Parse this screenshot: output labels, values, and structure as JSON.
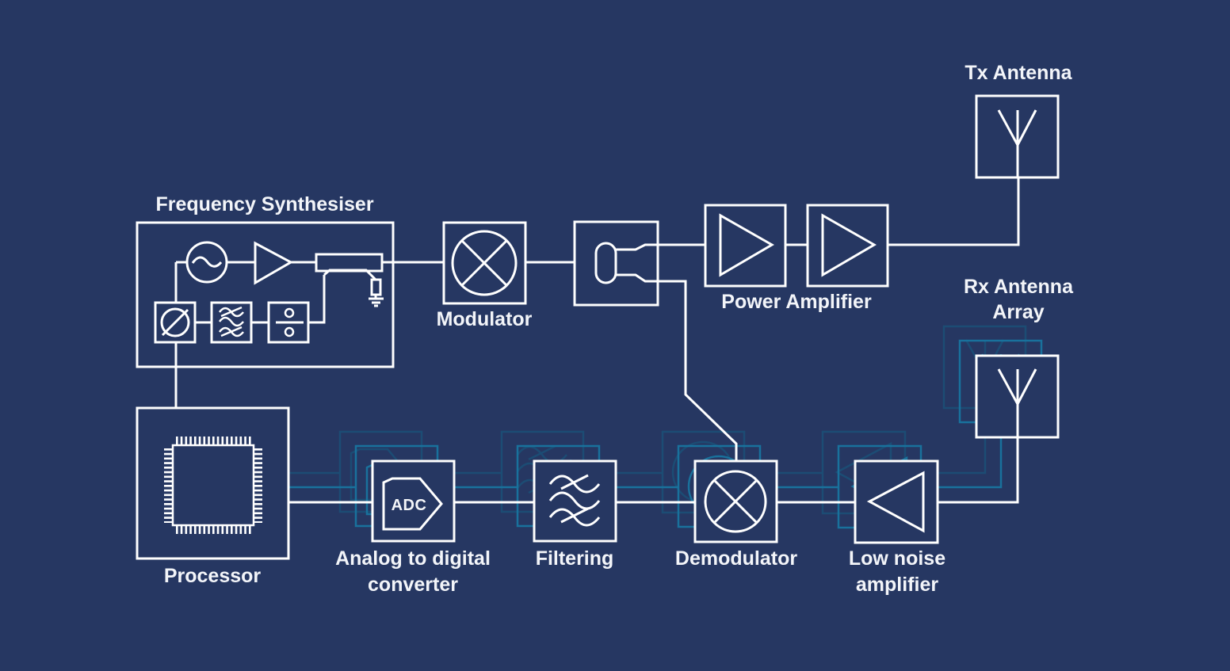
{
  "colors": {
    "background": "#263762",
    "diagram_line": "#ffffff",
    "ghost_chain_outer": "#1c4c74",
    "ghost_chain_inner": "#19719c",
    "label_text": "#f3f5f9"
  },
  "blocks": {
    "frequency_synthesiser": {
      "label": "Frequency Synthesiser",
      "icons": [
        "oscillator-icon",
        "amplifier-icon",
        "directional-coupler-icon",
        "phase-detector-icon",
        "filter-icon",
        "frequency-divider-icon"
      ]
    },
    "modulator": {
      "label": "Modulator",
      "icon": "mixer-icon"
    },
    "power_splitter": {
      "icon": "splitter-icon"
    },
    "power_amplifier": {
      "label": "Power Amplifier",
      "icon": "amplifier-icon",
      "stages": 2
    },
    "tx_antenna": {
      "label": "Tx Antenna",
      "icon": "antenna-icon"
    },
    "rx_antenna_array": {
      "label_line1": "Rx Antenna",
      "label_line2": "Array",
      "icon": "antenna-icon",
      "ghost_copies": 2
    },
    "low_noise_amplifier": {
      "label_line1": "Low noise",
      "label_line2": "amplifier",
      "icon": "amplifier-icon"
    },
    "demodulator": {
      "label": "Demodulator",
      "icon": "mixer-icon"
    },
    "filtering": {
      "label": "Filtering",
      "icon": "filter-icon"
    },
    "adc": {
      "label_line1": "Analog to digital",
      "label_line2": "converter",
      "symbol_text": "ADC",
      "icon": "adc-icon"
    },
    "processor": {
      "label": "Processor",
      "icon": "chip-icon"
    }
  }
}
